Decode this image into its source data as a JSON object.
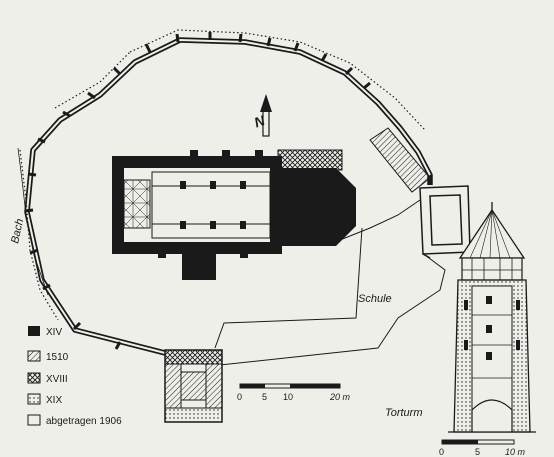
{
  "north_label": "N",
  "labels": {
    "bach": "Bach",
    "schule": "Schule",
    "torturm": "Torturm"
  },
  "legend": [
    {
      "pattern": "solid",
      "label": "XIV"
    },
    {
      "pattern": "hatch",
      "label": "1510"
    },
    {
      "pattern": "cross",
      "label": "XVIII"
    },
    {
      "pattern": "dots",
      "label": "XIX"
    },
    {
      "pattern": "empty",
      "label": "abgetragen 1906"
    }
  ],
  "scale_main": {
    "ticks": [
      "0",
      "5",
      "10",
      "20 m"
    ]
  },
  "scale_tower": {
    "ticks": [
      "0",
      "5",
      "10 m"
    ]
  },
  "colors": {
    "ink": "#1a1a1a",
    "paper": "#efefea"
  }
}
